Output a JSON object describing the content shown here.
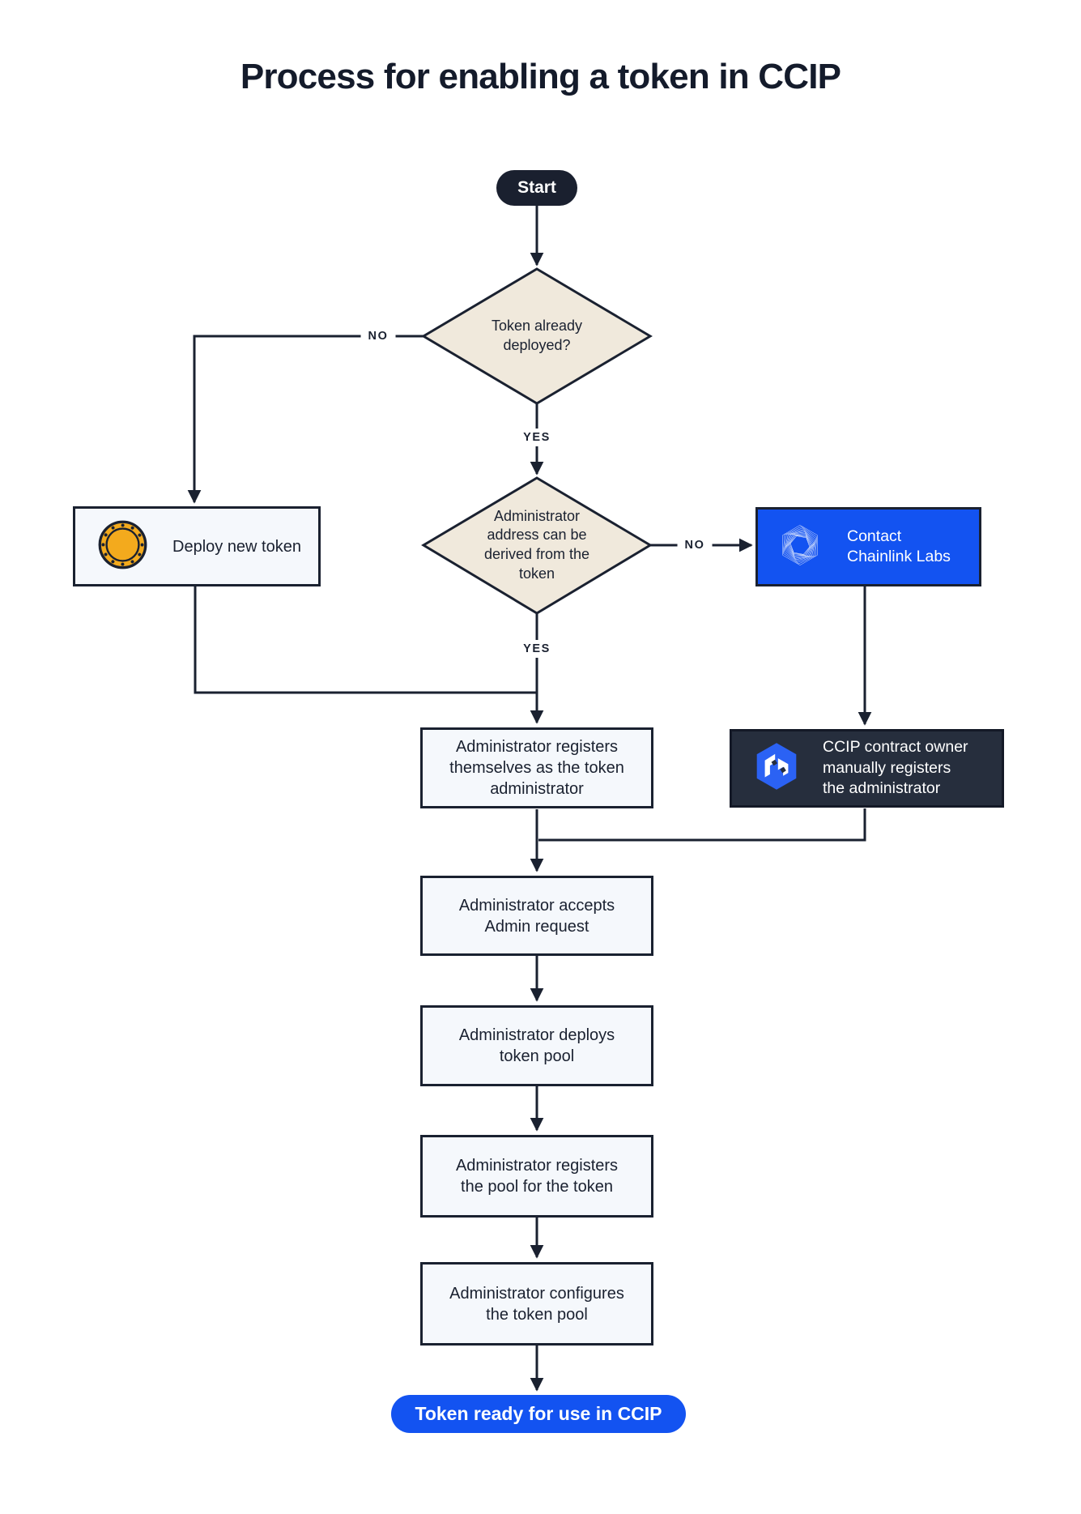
{
  "title": "Process for enabling a token in CCIP",
  "palette": {
    "navy": "#1A2130",
    "accent_blue": "#1353F1",
    "diamond_cream": "#F0E9DC",
    "light_panel": "#F5F8FC",
    "dark_panel": "#262E3D",
    "coin_gold": "#F3AA1D",
    "white": "#FFFFFF"
  },
  "nodes": {
    "start": {
      "label": "Start"
    },
    "decision_token_deployed": {
      "label": "Token already\ndeployed?"
    },
    "deploy_new_token": {
      "label": "Deploy new token",
      "icon": "coin-icon"
    },
    "decision_admin_derivable": {
      "label": "Administrator\naddress can be\nderived from the\ntoken"
    },
    "contact_chainlink_labs": {
      "label": "Contact\nChainlink Labs",
      "icon": "chainlink-labs-icon"
    },
    "register_self": {
      "label": "Administrator registers\nthemselves as the token\nadministrator"
    },
    "manual_register": {
      "label": "CCIP contract owner\nmanually registers\nthe administrator",
      "icon": "ccip-logo-icon"
    },
    "accept_request": {
      "label": "Administrator accepts\nAdmin request"
    },
    "deploy_pool": {
      "label": "Administrator deploys\ntoken pool"
    },
    "register_pool": {
      "label": "Administrator registers\nthe pool for the token"
    },
    "configure_pool": {
      "label": "Administrator configures\nthe token pool"
    },
    "end": {
      "label": "Token ready for use in CCIP"
    }
  },
  "edge_labels": {
    "decision1_no": "NO",
    "decision1_yes": "YES",
    "decision2_no": "NO",
    "decision2_yes": "YES"
  }
}
